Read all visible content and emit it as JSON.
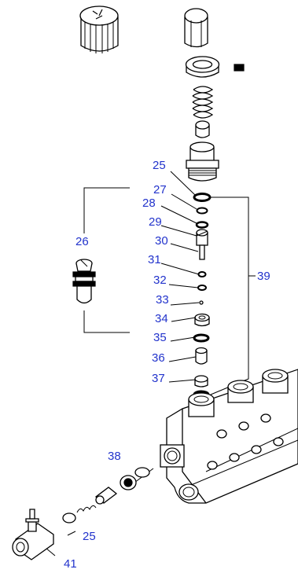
{
  "labels": {
    "l25a": "25",
    "l27": "27",
    "l28": "28",
    "l29": "29",
    "l30": "30",
    "l31": "31",
    "l32": "32",
    "l33": "33",
    "l34": "34",
    "l35": "35",
    "l36": "36",
    "l37": "37",
    "l26": "26",
    "l39": "39",
    "l38": "38",
    "l25b": "25",
    "l41": "41"
  },
  "colors": {
    "label": "#2233cc",
    "line": "#000000",
    "background": "#ffffff"
  }
}
